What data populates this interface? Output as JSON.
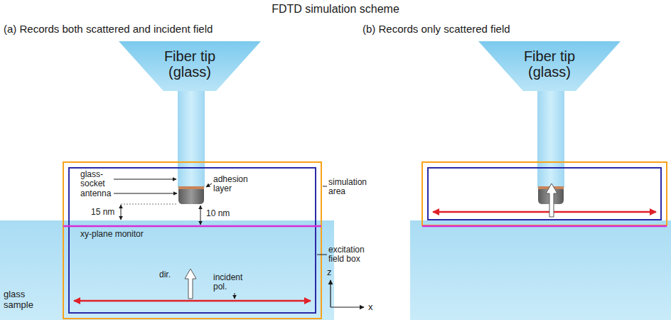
{
  "diagram": {
    "title": "FDTD simulation scheme",
    "nodes": [
      {
        "text": [
          "Fiber tip (glass)"
        ]
      },
      {
        "text": [
          "glass sample"
        ]
      },
      {
        "text": [
          "Fiber tip (glass)"
        ]
      }
    ],
    "labels": [
      "(a) Records both scattered and incident field",
      "(b) Records only scattered field",
      "glass-socket",
      "adhesion layer",
      "antenna",
      "simulation area",
      "15 nm",
      "10 nm",
      "xy-plane monitor",
      "excitation field box",
      "dir.",
      "incident pol.",
      "z",
      "x"
    ]
  }
}
